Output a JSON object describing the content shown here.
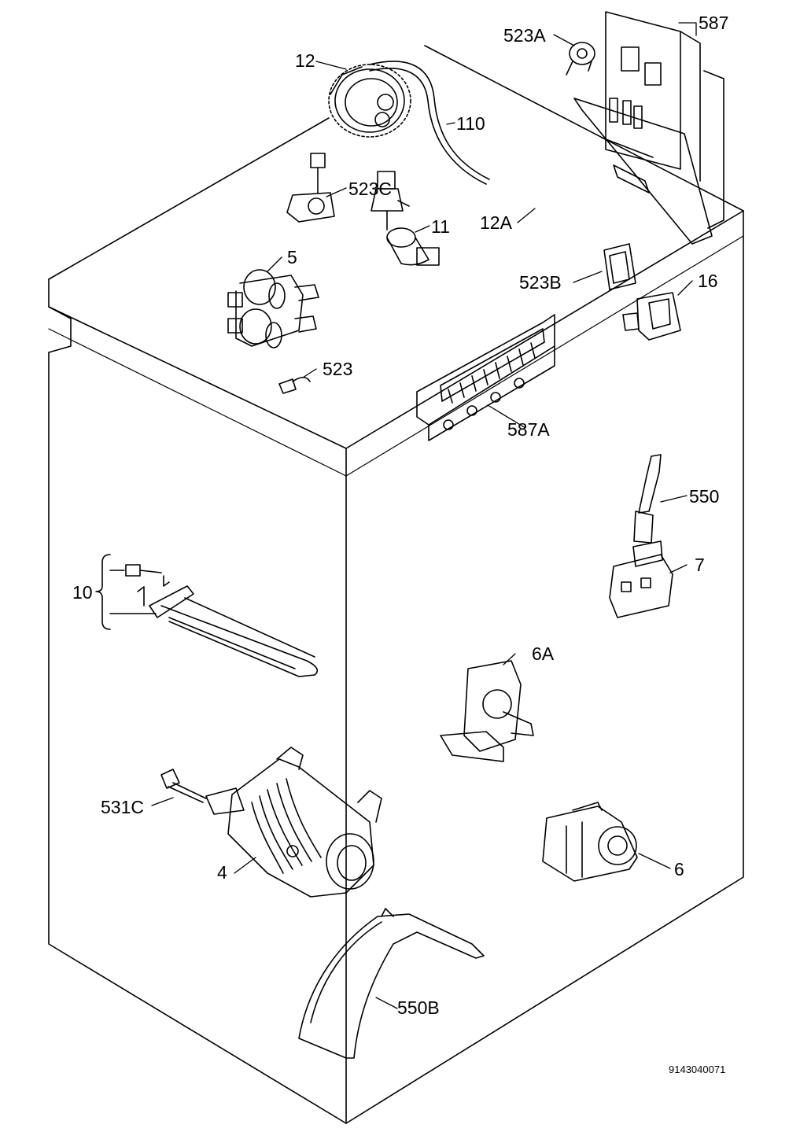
{
  "labels": {
    "p12": "12",
    "p110": "110",
    "p523A": "523A",
    "p587": "587",
    "p523C": "523C",
    "p12A": "12A",
    "p11": "11",
    "p5": "5",
    "p523B": "523B",
    "p16": "16",
    "p523": "523",
    "p587A": "587A",
    "p550": "550",
    "p7": "7",
    "p10": "10",
    "p6A": "6A",
    "p531C": "531C",
    "p4": "4",
    "p6": "6",
    "p550B": "550B"
  },
  "doc_number": "9143040071",
  "colors": {
    "line": "#000000",
    "background": "#ffffff"
  }
}
